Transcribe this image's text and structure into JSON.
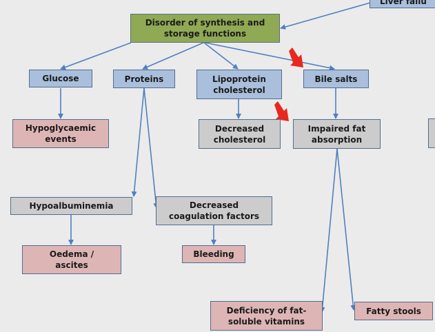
{
  "diagram": {
    "nodes": {
      "liver_failure": "Liver failu",
      "disorder": "Disorder of synthesis and storage functions",
      "glucose": "Glucose",
      "proteins": "Proteins",
      "lipoprotein": "Lipoprotein cholesterol",
      "bile_salts": "Bile salts",
      "hypoglycaemic": "Hypoglycaemic events",
      "decreased_cholesterol": "Decreased cholesterol",
      "impaired_fat": "Impaired fat absorption",
      "hypoalbuminemia": "Hypoalbuminemia",
      "decreased_coag": "Decreased coagulation factors",
      "oedema": "Oedema / ascites",
      "bleeding": "Bleeding",
      "deficiency_vitamins": "Deficiency of fat-soluble vitamins",
      "fatty_stools": "Fatty stools",
      "offscreen_right": ""
    },
    "colors": {
      "arrow": "#4f7fbf",
      "highlight_arrow": "#e8281e",
      "green": "#90a955",
      "blue": "#a9bfdc",
      "pink": "#deb5b5",
      "grey": "#cccccc"
    }
  }
}
